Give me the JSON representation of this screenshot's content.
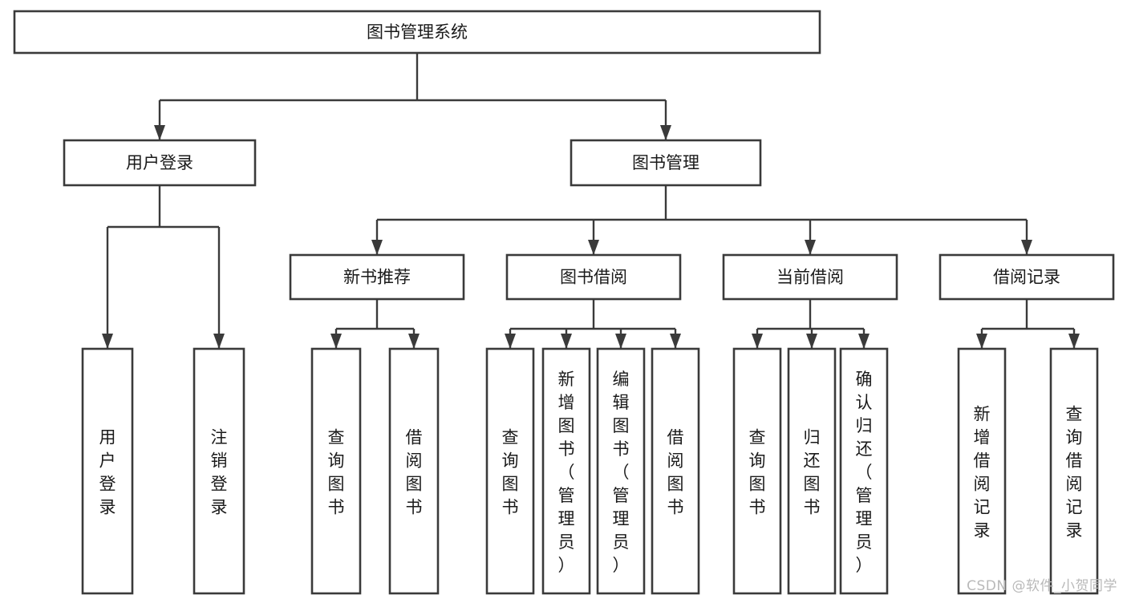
{
  "diagram": {
    "type": "tree",
    "orientation": "top-down",
    "title": "图书管理系统",
    "theme": {
      "background": "#ffffff",
      "box_fill": "#ffffff",
      "box_stroke": "#3a3a3a",
      "text_color": "#1a1a1a",
      "watermark_color": "#b9b9b9"
    },
    "watermark": "CSDN @软件_小贺同学",
    "levels": [
      {
        "level": 1,
        "text_orientation": "horizontal",
        "nodes": [
          {
            "id": "root",
            "label": "图书管理系统",
            "parent": null
          }
        ]
      },
      {
        "level": 2,
        "text_orientation": "horizontal",
        "nodes": [
          {
            "id": "user-login",
            "label": "用户登录",
            "parent": "root"
          },
          {
            "id": "book-manage",
            "label": "图书管理",
            "parent": "root"
          }
        ]
      },
      {
        "level": 3,
        "text_orientation": "horizontal",
        "nodes": [
          {
            "id": "new-book-rec",
            "label": "新书推荐",
            "parent": "book-manage"
          },
          {
            "id": "book-borrow",
            "label": "图书借阅",
            "parent": "book-manage"
          },
          {
            "id": "current-borrow",
            "label": "当前借阅",
            "parent": "book-manage"
          },
          {
            "id": "borrow-record",
            "label": "借阅记录",
            "parent": "book-manage"
          }
        ]
      },
      {
        "level": 4,
        "text_orientation": "vertical",
        "nodes": [
          {
            "id": "leaf-user-login",
            "label": "用户登录",
            "parent": "user-login"
          },
          {
            "id": "leaf-user-logout",
            "label": "注销登录",
            "parent": "user-login"
          },
          {
            "id": "leaf-query-book-1",
            "label": "查询图书",
            "parent": "new-book-rec"
          },
          {
            "id": "leaf-borrow-book-1",
            "label": "借阅图书",
            "parent": "new-book-rec"
          },
          {
            "id": "leaf-query-book-2",
            "label": "查询图书",
            "parent": "book-borrow"
          },
          {
            "id": "leaf-add-book",
            "label": "新增图书（管理员）",
            "parent": "book-borrow"
          },
          {
            "id": "leaf-edit-book",
            "label": "编辑图书（管理员）",
            "parent": "book-borrow"
          },
          {
            "id": "leaf-borrow-book-2",
            "label": "借阅图书",
            "parent": "book-borrow"
          },
          {
            "id": "leaf-query-book-3",
            "label": "查询图书",
            "parent": "current-borrow"
          },
          {
            "id": "leaf-return-book",
            "label": "归还图书",
            "parent": "current-borrow"
          },
          {
            "id": "leaf-confirm-return",
            "label": "确认归还（管理员）",
            "parent": "current-borrow"
          },
          {
            "id": "leaf-add-record",
            "label": "新增借阅记录",
            "parent": "borrow-record"
          },
          {
            "id": "leaf-query-record",
            "label": "查询借阅记录",
            "parent": "borrow-record"
          }
        ]
      }
    ]
  }
}
